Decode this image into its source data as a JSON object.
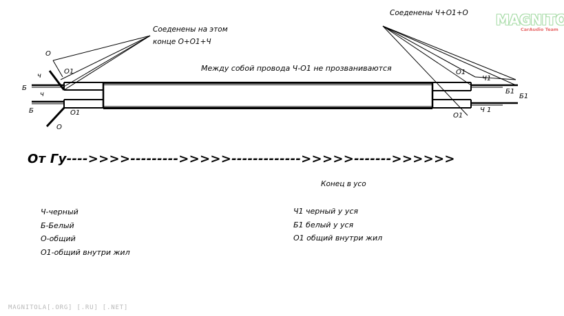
{
  "top_left_note": {
    "line1": "Соеденены на этом",
    "line2": "конце О+О1+Ч"
  },
  "top_right_note": "Соеденены Ч+О1+О",
  "center_note": "Между собой провода Ч-О1 не прозваниваются",
  "left_labels": {
    "o_top": "О",
    "ch_top": "ч",
    "o1_top": "О1",
    "b_top": "Б",
    "ch_mid": "ч",
    "b_bottom": "Б",
    "o1_bottom": "О1",
    "o_bottom": "О"
  },
  "right_labels": {
    "o1_top": "О1",
    "ch1_top": "Ч1",
    "b1_top": "Б1",
    "b1_out": "Б1",
    "ch1_bottom": "Ч 1",
    "o1_bottom": "О1"
  },
  "direction_arrow": "От Гу---->>>>--------->>>>>------------->>>>>------->>>>>>",
  "end_label": "Конец в усо",
  "legend_left": [
    "Ч-черный",
    "Б-Белый",
    "О-общий",
    "О1-общий внутри жил"
  ],
  "legend_right": [
    "Ч1 черный у уся",
    "Б1 белый у уся",
    "О1 общий внутри жил"
  ],
  "footer": "MAGNITOLA[.ORG] [.RU] [.NET]",
  "logo": {
    "main": "MAGNITOLA",
    "sub": "CarAudio Team"
  }
}
